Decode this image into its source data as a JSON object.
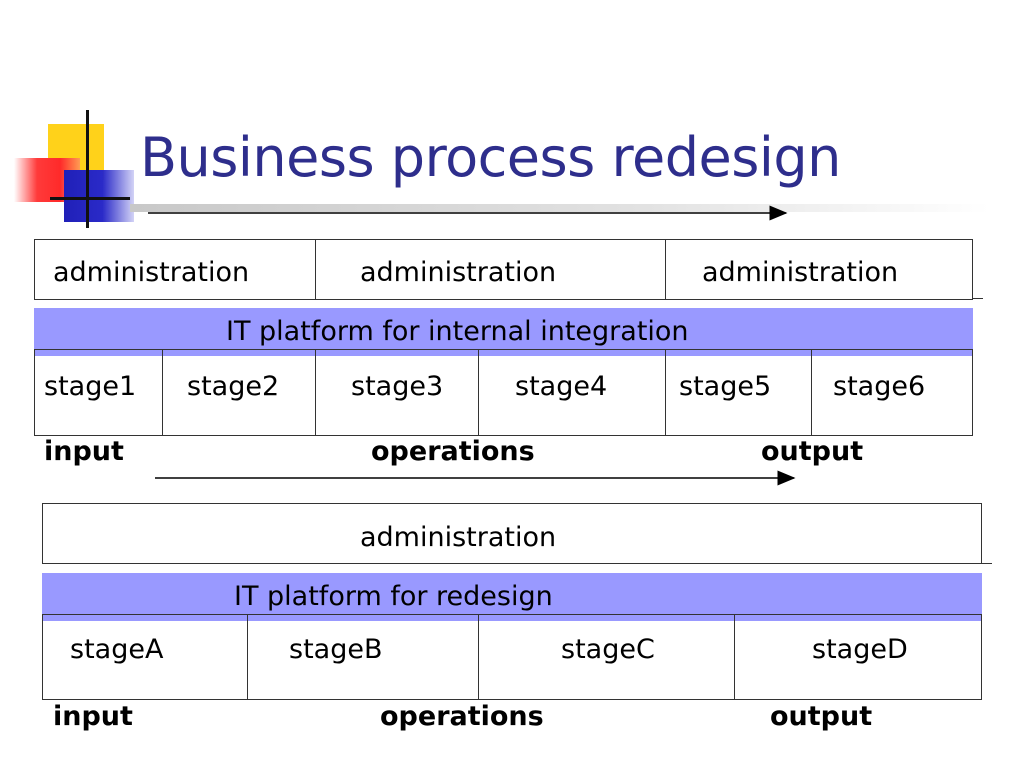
{
  "title": "Business process redesign",
  "top_diagram": {
    "admin_labels": [
      "administration",
      "administration",
      "administration"
    ],
    "platform_label": "IT platform for internal integration",
    "stages": [
      "stage1",
      "stage2",
      "stage3",
      "stage4",
      "stage5",
      "stage6"
    ],
    "flow_labels": {
      "input": "input",
      "operations": "operations",
      "output": "output"
    }
  },
  "bottom_diagram": {
    "admin_label": "administration",
    "platform_label": "IT platform for redesign",
    "stages": [
      "stageA",
      "stageB",
      "stageC",
      "stageD"
    ],
    "flow_labels": {
      "input": "input",
      "operations": "operations",
      "output": "output"
    }
  },
  "colors": {
    "title": "#2e2e8c",
    "band": "#9999ff",
    "logo_yellow": "#ffd21a",
    "logo_red": "#ff2a2a",
    "logo_blue": "#2a2ac8"
  }
}
